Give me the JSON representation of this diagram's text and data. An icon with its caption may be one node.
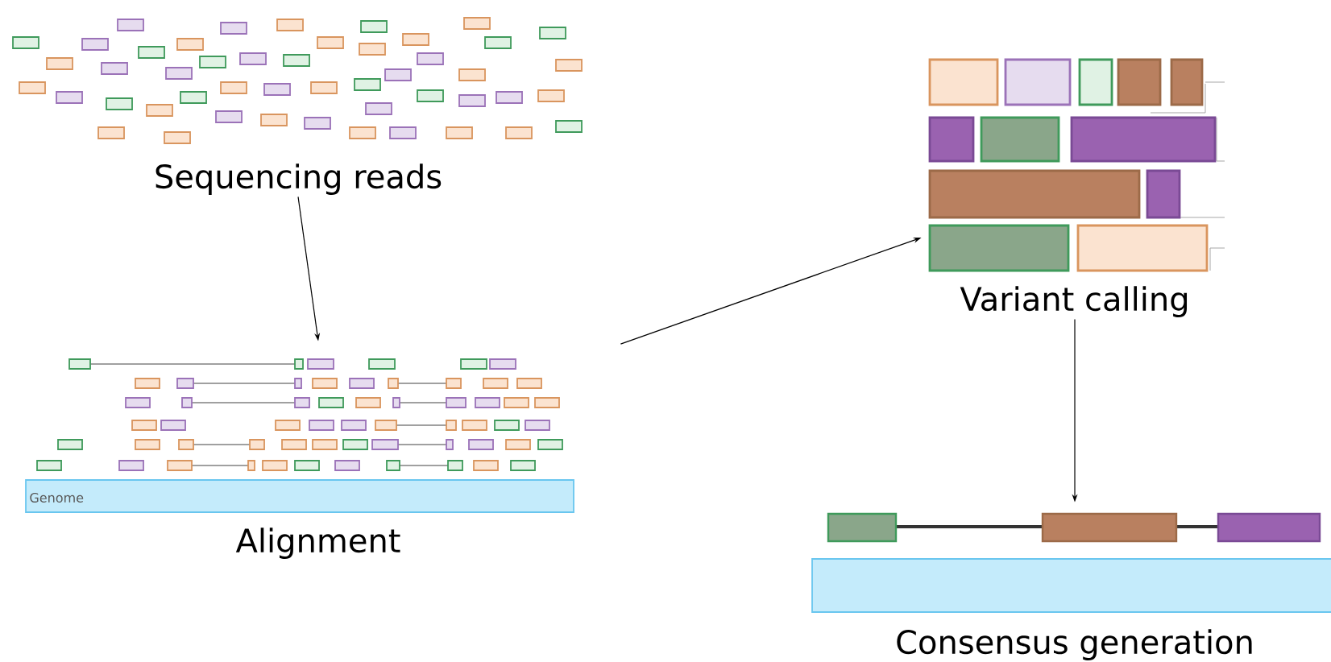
{
  "diagram": {
    "nodes": [
      {
        "text": [
          "Sequencing reads"
        ]
      },
      {
        "text": [
          "Alignment"
        ]
      },
      {
        "text": [
          "Variant calling"
        ]
      },
      {
        "text": [
          "Consensus generation"
        ]
      }
    ],
    "edges": [
      {
        "from": 0,
        "to": 1,
        "arrow": "to"
      },
      {
        "from": 1,
        "to": 2,
        "arrow": "to"
      },
      {
        "from": 2,
        "to": 3,
        "arrow": "to"
      }
    ],
    "labels": [
      "Genome"
    ]
  }
}
